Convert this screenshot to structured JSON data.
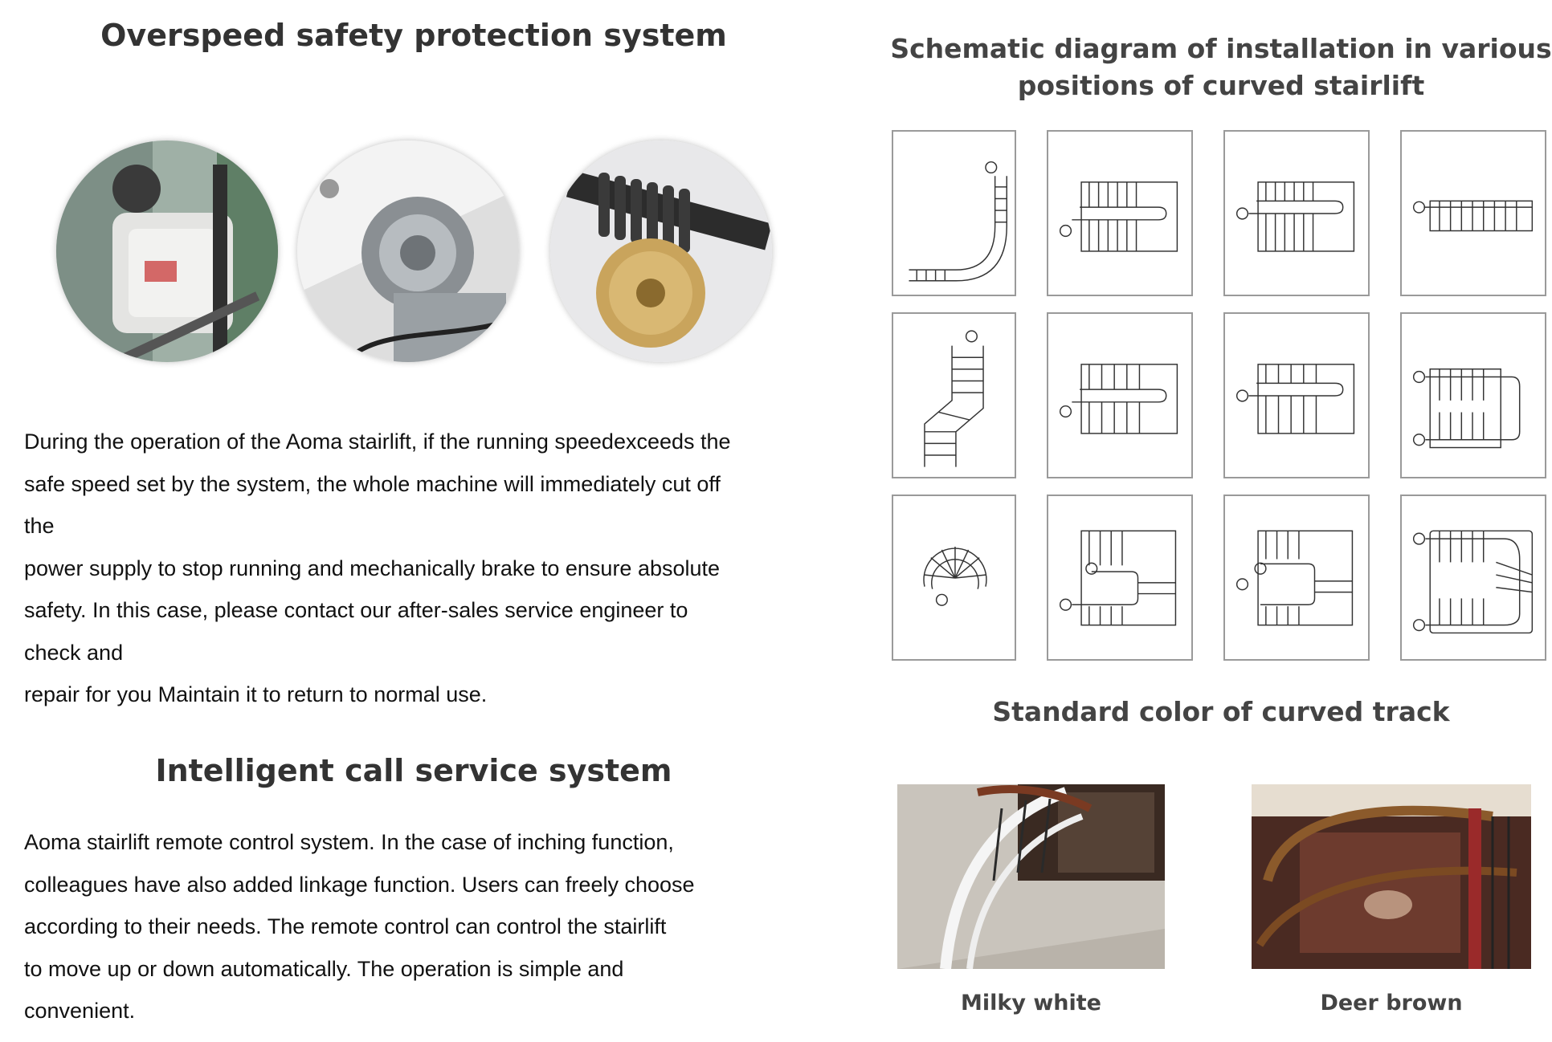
{
  "left": {
    "section1_title": "Overspeed safety protection system",
    "section1_paragraph": [
      "During the operation of the Aoma stairlift, if the running speedexceeds the",
      "safe speed set by the system, the whole machine will immediately cut off",
      "the",
      "power supply to stop running and mechanically brake to ensure absolute",
      "safety. In this case, please contact our after-sales service engineer to",
      "check and",
      "repair for you Maintain it to return to normal use."
    ],
    "section2_title": "Intelligent call service system",
    "section2_paragraph": [
      "Aoma stairlift remote control system. In the case of inching function,",
      "colleagues have also added linkage function. Users can freely choose",
      "according to their needs. The remote control can control the stairlift",
      "to move up or down automatically. The operation is simple and",
      "convenient."
    ]
  },
  "right": {
    "diagram_title_line1": "Schematic diagram of installation in various",
    "diagram_title_line2": "positions of curved stairlift",
    "color_title": "Standard color of curved track",
    "color_options": [
      "Milky white",
      "Deer brown"
    ]
  }
}
